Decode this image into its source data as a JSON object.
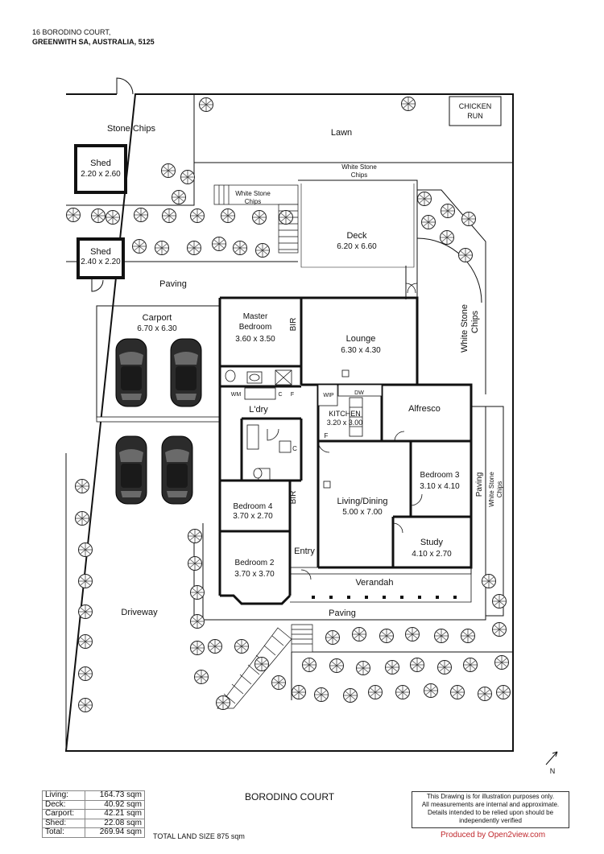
{
  "header": {
    "address_line1": "16 BORODINO COURT,",
    "address_line2": "GREENWITH SA, AUSTRALIA, 5125"
  },
  "rooms": {
    "master_bedroom": {
      "name_line1": "Master",
      "name_line2": "Bedroom",
      "size": "3.60 x 3.50"
    },
    "lounge": {
      "name": "Lounge",
      "size": "6.30 x 4.30"
    },
    "kitchen": {
      "name": "KITCHEN",
      "size": "3.20 x 3.00"
    },
    "living_dining": {
      "name": "Living/Dining",
      "size": "5.00 x 7.00"
    },
    "bedroom3": {
      "name": "Bedroom 3",
      "size": "3.10 x 4.10"
    },
    "study": {
      "name": "Study",
      "size": "4.10 x 2.70"
    },
    "bedroom4": {
      "name": "Bedroom 4",
      "size": "3.70 x 2.70"
    },
    "bedroom2": {
      "name": "Bedroom 2",
      "size": "3.70 x 3.70"
    },
    "deck": {
      "name": "Deck",
      "size": "6.20 x 6.60"
    },
    "carport": {
      "name": "Carport",
      "size": "6.70 x 6.30"
    },
    "shed1": {
      "name": "Shed",
      "size": "2.20 x 2.60"
    },
    "shed2": {
      "name": "Shed",
      "size": "2.40 x 2.20"
    },
    "laundry": {
      "name": "L'dry"
    },
    "entry": {
      "name": "Entry"
    },
    "verandah": {
      "name": "Verandah"
    },
    "alfresco": {
      "name": "Alfresco"
    }
  },
  "areas": {
    "stone_chips": "Stone Chips",
    "lawn": "Lawn",
    "chicken_run_line1": "CHICKEN",
    "chicken_run_line2": "RUN",
    "white_stone_chips_top_line1": "White Stone",
    "white_stone_chips_top_line2": "Chips",
    "white_stone_chips_stairs_line1": "White Stone",
    "white_stone_chips_stairs_line2": "Chips",
    "white_stone_chips_right_line1": "White Stone",
    "white_stone_chips_right_line2": "Chips",
    "white_stone_chips_side_line1": "White Stone",
    "white_stone_chips_side_line2": "Chips",
    "paving_top": "Paving",
    "paving_right": "Paving",
    "paving_bottom": "Paving",
    "driveway": "Driveway"
  },
  "fixtures": {
    "bir": "BIR",
    "bir2": "BIR",
    "wm": "WM",
    "c": "C",
    "f": "F",
    "c2": "C",
    "wip": "WIP",
    "dw": "DW",
    "f2": "F"
  },
  "compass": {
    "north": "N"
  },
  "stats": {
    "living_label": "Living:",
    "living_value": "164.73 sqm",
    "deck_label": "Deck:",
    "deck_value": "40.92 sqm",
    "carport_label": "Carport:",
    "carport_value": "42.21 sqm",
    "shed_label": "Shed:",
    "shed_value": "22.08 sqm",
    "total_label": "Total:",
    "total_value": "269.94 sqm"
  },
  "footer": {
    "land_size": "TOTAL LAND SIZE 875 sqm",
    "street_name": "BORODINO COURT",
    "disclaimer_line1": "This Drawing is for illustration purposes only.",
    "disclaimer_line2": "All measurements are internal and approximate.",
    "disclaimer_line3": "Details intended to be relied upon should be",
    "disclaimer_line4": "independently verified",
    "produced_by": "Produced by Open2view.com",
    "produced_color": "#c0282d"
  }
}
